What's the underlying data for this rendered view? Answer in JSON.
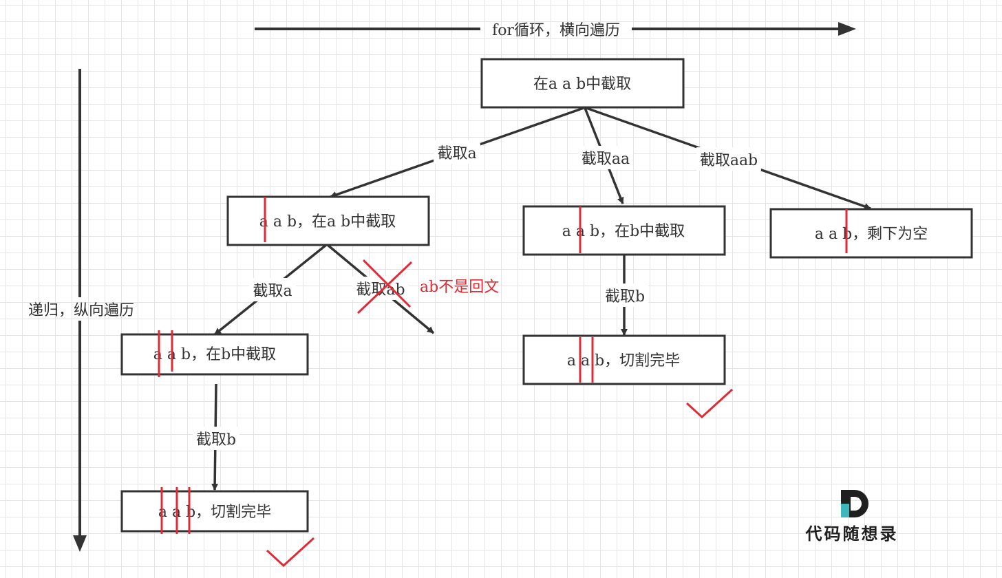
{
  "axes": {
    "horizontal_label": "for循环，横向遍历",
    "vertical_label": "递归，纵向遍历"
  },
  "nodes": {
    "root": "在a a b中截取",
    "level1_left": "a a b，在a b中截取",
    "level1_mid": "a a b，在b中截取",
    "level1_right": "a a b，剩下为空",
    "level2_left": "a a b，在b中截取",
    "level2_mid": "a a b，切割完毕",
    "level3_left": "a a b，切割完毕"
  },
  "edges": {
    "root_to_left": "截取a",
    "root_to_mid": "截取aa",
    "root_to_right": "截取aab",
    "l1left_to_l2left": "截取a",
    "l1left_invalid": "截取ab",
    "l1mid_to_l2mid": "截取b",
    "l2left_to_l3left": "截取b"
  },
  "annotations": {
    "invalid_note": "ab不是回文"
  },
  "logo": {
    "text": "代码随想录"
  },
  "colors": {
    "line": "#333333",
    "highlight": "#e02a35",
    "logo_accent": "#3fb6bc"
  }
}
